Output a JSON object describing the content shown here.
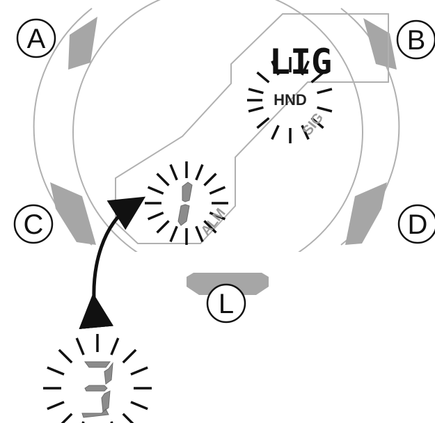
{
  "buttons": {
    "a": "A",
    "b": "B",
    "c": "C",
    "d": "D",
    "l": "L"
  },
  "display": {
    "main_text": "LIG",
    "hand_label": "HND",
    "sig_label": "SIG",
    "alm_label": "ALM",
    "setting_value": "1",
    "alternate_value": "3"
  },
  "colors": {
    "bezel": "#a6a6a6",
    "outline": "#b0b0b0",
    "segment": "#8c8c8c",
    "ink": "#111111"
  },
  "icons": {
    "cycle": "double-arrow-icon"
  }
}
